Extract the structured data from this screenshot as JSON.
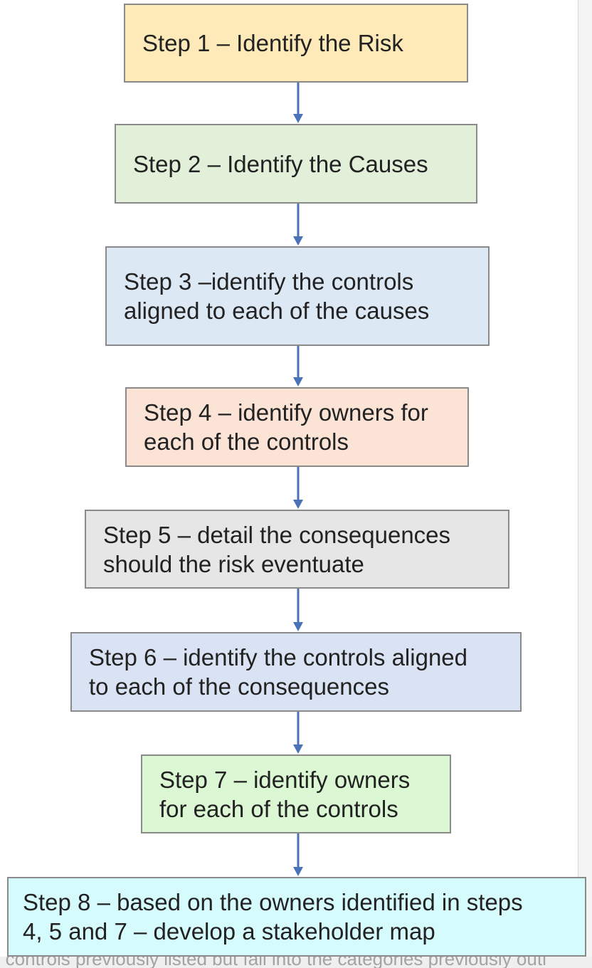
{
  "steps": [
    {
      "label": "Step 1 – Identify the Risk",
      "fill": "#fdeab8"
    },
    {
      "label": "Step 2 – Identify the Causes",
      "fill": "#e2efd9"
    },
    {
      "label": "Step 3 –identify the controls\naligned to each of the causes",
      "fill": "#dde8f5"
    },
    {
      "label": "Step 4 – identify owners for\neach of the controls",
      "fill": "#fbe3d5"
    },
    {
      "label": "Step 5 – detail the consequences\nshould the risk eventuate",
      "fill": "#e6e6e6"
    },
    {
      "label": "Step 6 – identify the controls aligned\nto each of the consequences",
      "fill": "#dae3f3"
    },
    {
      "label": "Step 7 – identify owners\nfor each of the controls",
      "fill": "#dcf7d4"
    },
    {
      "label": "Step 8 – based on the owners identified in steps\n4, 5 and 7 – develop a stakeholder map",
      "fill": "#d6fbfd"
    }
  ],
  "arrow_color": "#4a72b8",
  "overflow_text": "e controls previously listed but fall into the categories previously outl"
}
